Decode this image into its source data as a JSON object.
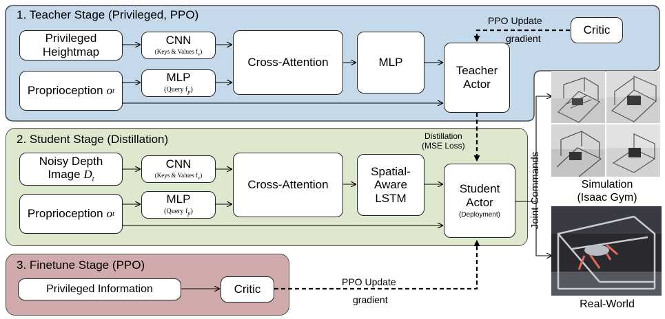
{
  "stages": {
    "teacher": {
      "title": "1. Teacher Stage (Privileged, PPO)",
      "heightmap": "Privileged\nHeightmap",
      "proprio": "Proprioception",
      "proprio_sym": "o",
      "proprio_sub": "t",
      "cnn": "CNN",
      "cnn_sub": "(Keys & Values f",
      "cnn_sub_sym": "v",
      "mlp_q": "MLP",
      "mlp_q_sub": "(Query f",
      "mlp_q_sub_sym": "p",
      "cross_attention": "Cross-Attention",
      "mlp": "MLP",
      "actor": "Teacher\nActor",
      "critic": "Critic",
      "ppo_update": "PPO Update",
      "gradient": "gradient"
    },
    "student": {
      "title": "2. Student Stage (Distillation)",
      "depth": "Noisy Depth\nImage",
      "depth_sym": "D",
      "depth_sub": "t",
      "proprio": "Proprioception",
      "proprio_sym": "o",
      "proprio_sub": "t",
      "cnn": "CNN",
      "cnn_sub": "(Keys & Values f",
      "cnn_sub_sym": "v",
      "mlp_q": "MLP",
      "mlp_q_sub": "(Query f",
      "mlp_q_sub_sym": "p",
      "cross_attention": "Cross-Attention",
      "lstm": "Spatial-\nAware\nLSTM",
      "actor": "Student\nActor",
      "actor_note": "(Deployment)",
      "distillation": "Distillation\n(MSE Loss)"
    },
    "finetune": {
      "title": "3. Finetune Stage (PPO)",
      "privileged": "Privileged Information",
      "critic": "Critic",
      "ppo_update": "PPO Update",
      "gradient": "gradient"
    }
  },
  "right_panel": {
    "joint_commands": "Joint Commands",
    "simulation": "Simulation\n(Isaac Gym)",
    "real_world": "Real-World"
  },
  "colors": {
    "teacher_bg": "#c5d9ea",
    "student_bg": "#dde8cf",
    "finetune_bg": "#d1abab"
  }
}
